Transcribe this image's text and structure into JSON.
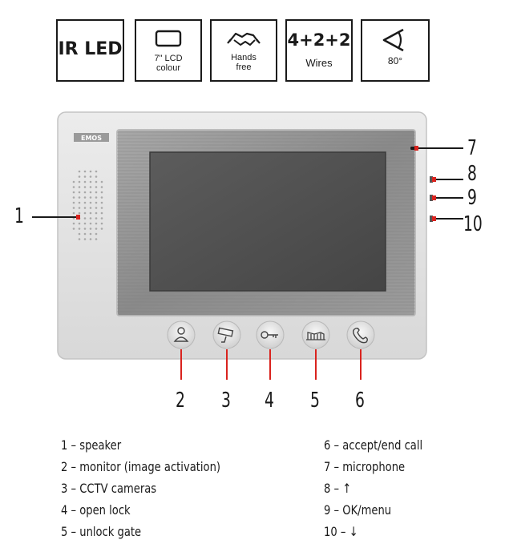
{
  "features": [
    {
      "icon": "ir-led-text",
      "title": "IR LED",
      "label": ""
    },
    {
      "icon": "lcd-screen-icon",
      "title": "",
      "label": "7\" LCD\ncolour"
    },
    {
      "icon": "handshake-icon",
      "title": "",
      "label": "Hands\nfree"
    },
    {
      "icon": "wires-text",
      "title": "4+2+2",
      "label": "Wires"
    },
    {
      "icon": "viewing-angle-icon",
      "title": "",
      "label": "80°"
    }
  ],
  "brand": "EMOS",
  "callouts": [
    "1",
    "2",
    "3",
    "4",
    "5",
    "6",
    "7",
    "8",
    "9",
    "10"
  ],
  "legend_left": [
    "1 – speaker",
    "2 – monitor (image activation)",
    "3 – CCTV cameras",
    "4 – open lock",
    "5 – unlock gate"
  ],
  "legend_right": [
    "6 – accept/end call",
    "7 – microphone",
    "8 – ↑",
    "9 – OK/menu",
    "10 – ↓"
  ],
  "colors": {
    "callout_red": "#d9231e",
    "device_grey": "#e4e4e4",
    "screen": "#4f4f4f"
  }
}
